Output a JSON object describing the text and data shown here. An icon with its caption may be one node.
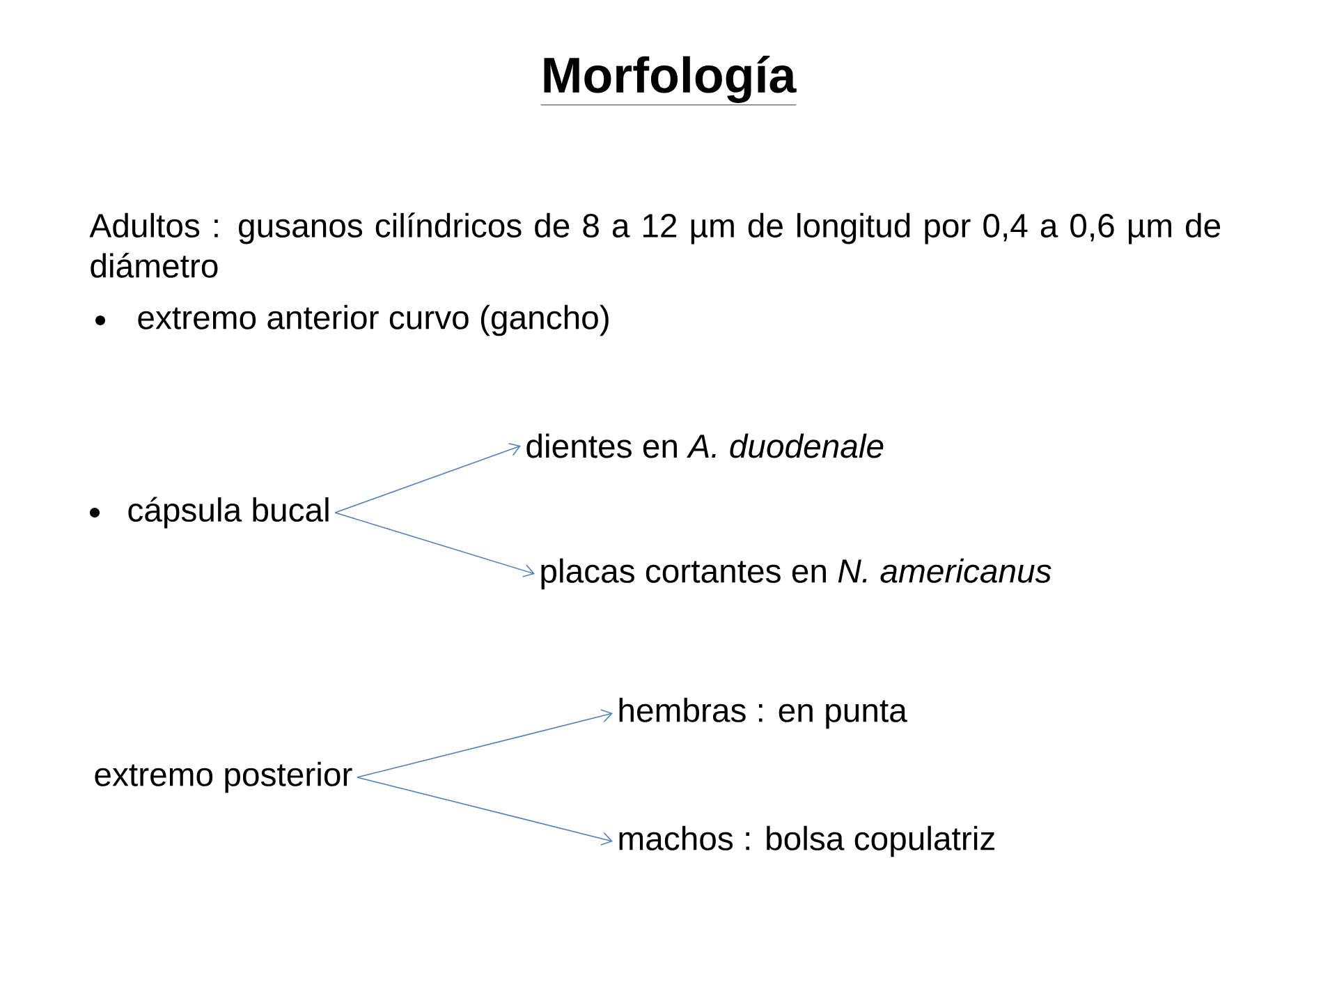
{
  "diagram": {
    "title": "Morfología",
    "nodes": [
      {
        "text": [
          "cápsula bucal"
        ]
      },
      {
        "text": [
          "dientes en *A. duodenale*"
        ]
      },
      {
        "text": [
          "placas cortantes en *N. americanus*"
        ]
      },
      {
        "text": [
          "extremo posterior"
        ]
      },
      {
        "text": [
          "hembras : en punta"
        ]
      },
      {
        "text": [
          "machos : bolsa copulatriz"
        ]
      }
    ],
    "edges": [
      {
        "from": 0,
        "to": 1,
        "arrow": "to"
      },
      {
        "from": 0,
        "to": 2,
        "arrow": "to"
      },
      {
        "from": 3,
        "to": 4,
        "arrow": "to"
      },
      {
        "from": 3,
        "to": 5,
        "arrow": "to"
      }
    ],
    "labels": [
      "Adultos : gusanos cilíndricos de 8 a 12 µm de longitud por 0,4 a 0,6 µm de diámetro",
      "extremo anterior curvo (gancho)"
    ]
  }
}
